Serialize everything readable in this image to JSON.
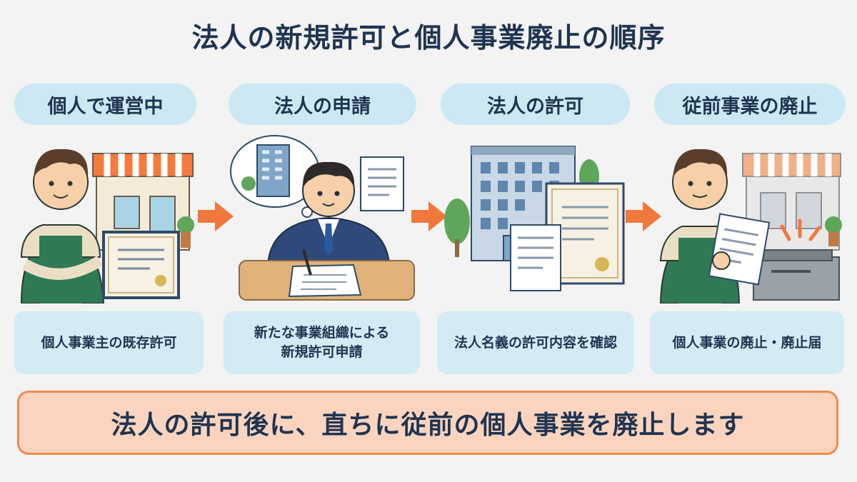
{
  "title": "法人の新規許可と個人事業廃止の順序",
  "steps": [
    {
      "heading": "個人で運営中",
      "lines": [
        "個人事業主の既存許可"
      ]
    },
    {
      "heading": "法人の申請",
      "lines": [
        "新たな事業組織による",
        "新規許可申請"
      ]
    },
    {
      "heading": "法人の許可",
      "lines": [
        "法人名義の許可内容を確認"
      ]
    },
    {
      "heading": "従前事業の廃止",
      "lines": [
        "個人事業の廃止・廃止届"
      ]
    }
  ],
  "banner": "法人の許可後に、直ちに従前の個人事業を廃止します",
  "colors": {
    "background": "#f2f3f2",
    "pill": "#cce8f2",
    "card": "#d3ebf4",
    "arrow": "#f0783c",
    "banner_fill": "#fbd4bf",
    "banner_border": "#f08a4f",
    "text": "#1f3450"
  }
}
